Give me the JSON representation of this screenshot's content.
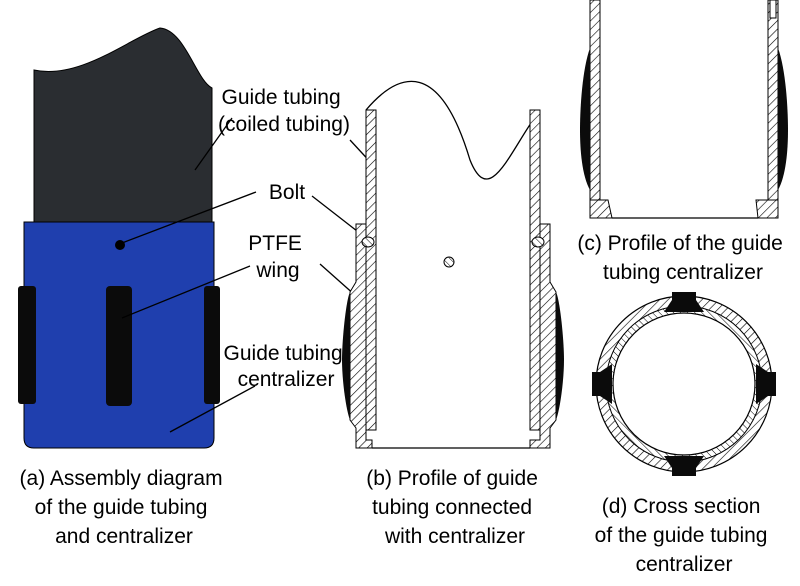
{
  "colors": {
    "tubing": "#2a2d31",
    "centralizer": "#1f3fae",
    "wing": "#0b0b0b",
    "outline": "#000000",
    "background": "#ffffff"
  },
  "labels": {
    "guide_tubing": [
      "Guide tubing",
      "(coiled tubing)"
    ],
    "bolt": [
      "Bolt"
    ],
    "ptfe_wing": [
      "PTFE",
      "wing"
    ],
    "guide_centralizer": [
      "Guide tubing",
      "centralizer"
    ]
  },
  "captions": {
    "a": [
      "(a) Assembly diagram",
      "of the guide tubing",
      "and centralizer"
    ],
    "b": [
      "(b) Profile of guide",
      "tubing connected",
      "with centralizer"
    ],
    "c": [
      "(c) Profile of the guide",
      "tubing centralizer"
    ],
    "d": [
      "(d) Cross section",
      "of the guide tubing",
      "centralizer"
    ]
  }
}
